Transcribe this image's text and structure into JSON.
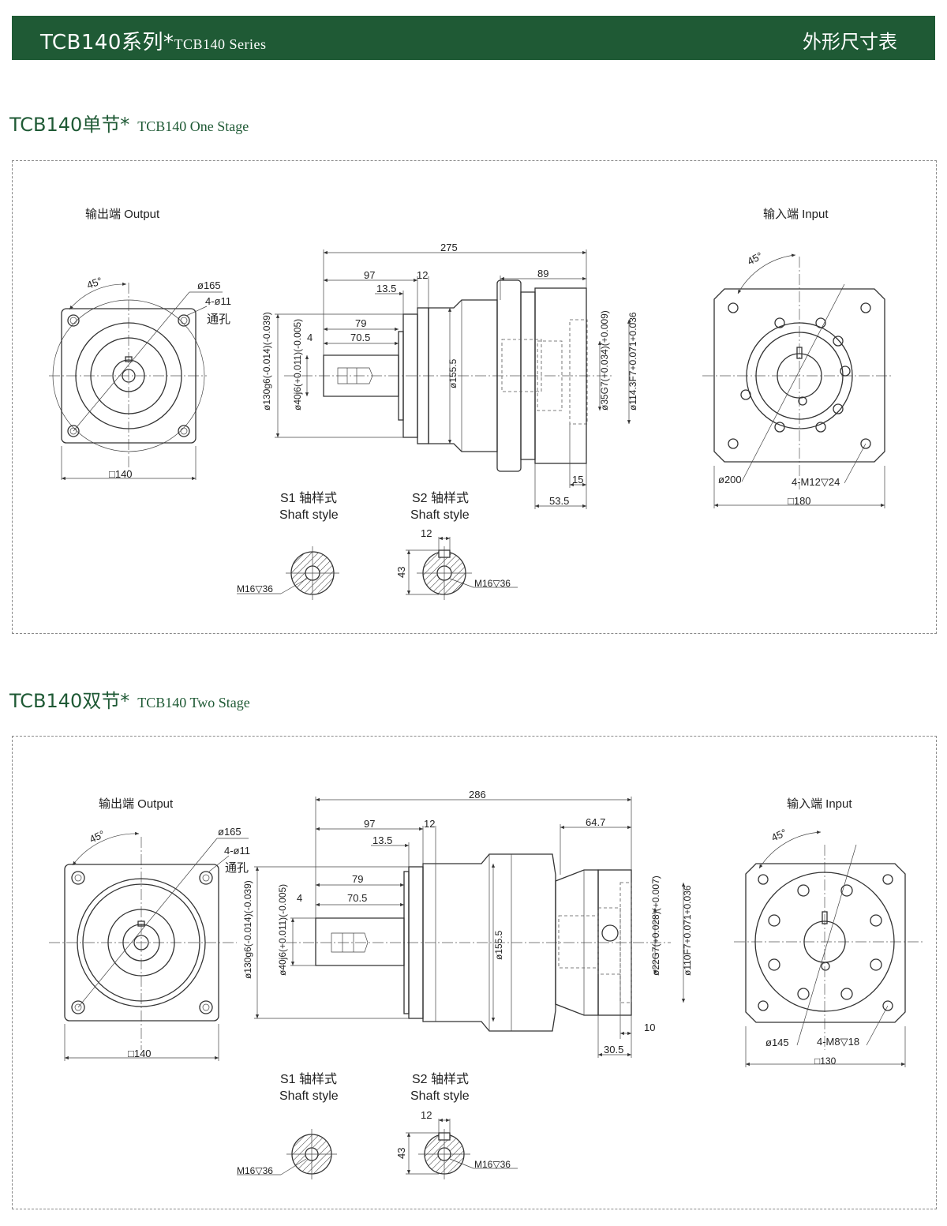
{
  "header": {
    "series_cn": "TCB140系列*",
    "series_en": "TCB140 Series",
    "right": "外形尺寸表"
  },
  "sections": [
    {
      "title_cn": "TCB140单节*",
      "title_en": "TCB140 One Stage",
      "labels": {
        "output": "输出端  Output",
        "input": "输入端  Input",
        "angle_out": "45°",
        "angle_in": "45°",
        "pcd_out": "ø165",
        "holes_out": "4-ø11",
        "through": "通孔",
        "square_out": "□140",
        "len_total": "275",
        "len_97": "97",
        "len_12": "12",
        "len_13_5": "13.5",
        "len_79": "79",
        "len_70_5": "70.5",
        "len_4": "4",
        "len_right": "89",
        "dia_flange": "ø130g6(-0.014)(-0.039)",
        "dia_shaft": "ø40j6(+0.011)(-0.005)",
        "dia_body": "ø155.5",
        "dia_bore": "ø35G7(+0.034)(+0.009)",
        "dia_pilot": "ø114.3F7+0.071+0.036",
        "len_bottom1": "15",
        "len_bottom2": "53.5",
        "pcd_in": "ø200",
        "tap_in": "4-M12▽24",
        "square_in": "□180"
      }
    },
    {
      "title_cn": "TCB140双节*",
      "title_en": "TCB140 Two Stage",
      "labels": {
        "output": "输出端  Output",
        "input": "输入端  Input",
        "angle_out": "45°",
        "angle_in": "45°",
        "pcd_out": "ø165",
        "holes_out": "4-ø11",
        "through": "通孔",
        "square_out": "□140",
        "len_total": "286",
        "len_97": "97",
        "len_12": "12",
        "len_13_5": "13.5",
        "len_79": "79",
        "len_70_5": "70.5",
        "len_4": "4",
        "len_right": "64.7",
        "dia_flange": "ø130g6(-0.014)(-0.039)",
        "dia_shaft": "ø40j6(+0.011)(-0.005)",
        "dia_body": "ø155.5",
        "dia_bore": "ø22G7(+0.028)(+0.007)",
        "dia_pilot": "ø110F7+0.071+0.036",
        "len_bottom1": "10",
        "len_bottom2": "30.5",
        "pcd_in": "ø145",
        "tap_in": "4-M8▽18",
        "square_in": "□130"
      }
    }
  ],
  "shaft": {
    "s1_line1": "S1 轴样式",
    "s1_line2": "Shaft style",
    "s2_line1": "S2 轴样式",
    "s2_line2": "Shaft style",
    "key_width": "12",
    "key_height": "43",
    "tap": "M16▽36"
  }
}
